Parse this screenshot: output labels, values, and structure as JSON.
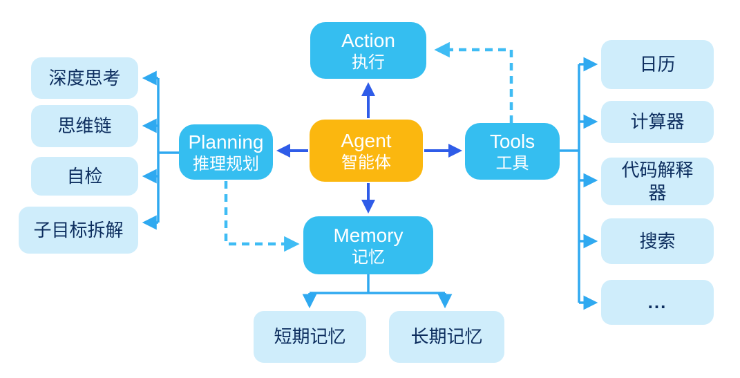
{
  "nodes": {
    "agent": {
      "title": "Agent",
      "subtitle": "智能体"
    },
    "action": {
      "title": "Action",
      "subtitle": "执行"
    },
    "planning": {
      "title": "Planning",
      "subtitle": "推理规划"
    },
    "tools": {
      "title": "Tools",
      "subtitle": "工具"
    },
    "memory": {
      "title": "Memory",
      "subtitle": "记忆"
    }
  },
  "planning_items": [
    "深度思考",
    "思维链",
    "自检",
    "子目标拆解"
  ],
  "tool_items": [
    "日历",
    "计算器",
    "代码解释器",
    "搜索",
    "..."
  ],
  "memory_items": [
    "短期记忆",
    "长期记忆"
  ],
  "colors": {
    "main_box": "#35BEF0",
    "agent_box": "#FBB70F",
    "light_box": "#CFEDFB",
    "dark_text": "#0C2D5E",
    "solid_arrow": "#2F5CE8",
    "light_arrow": "#2FA9F0",
    "dashed_arrow": "#3FBCF4"
  }
}
